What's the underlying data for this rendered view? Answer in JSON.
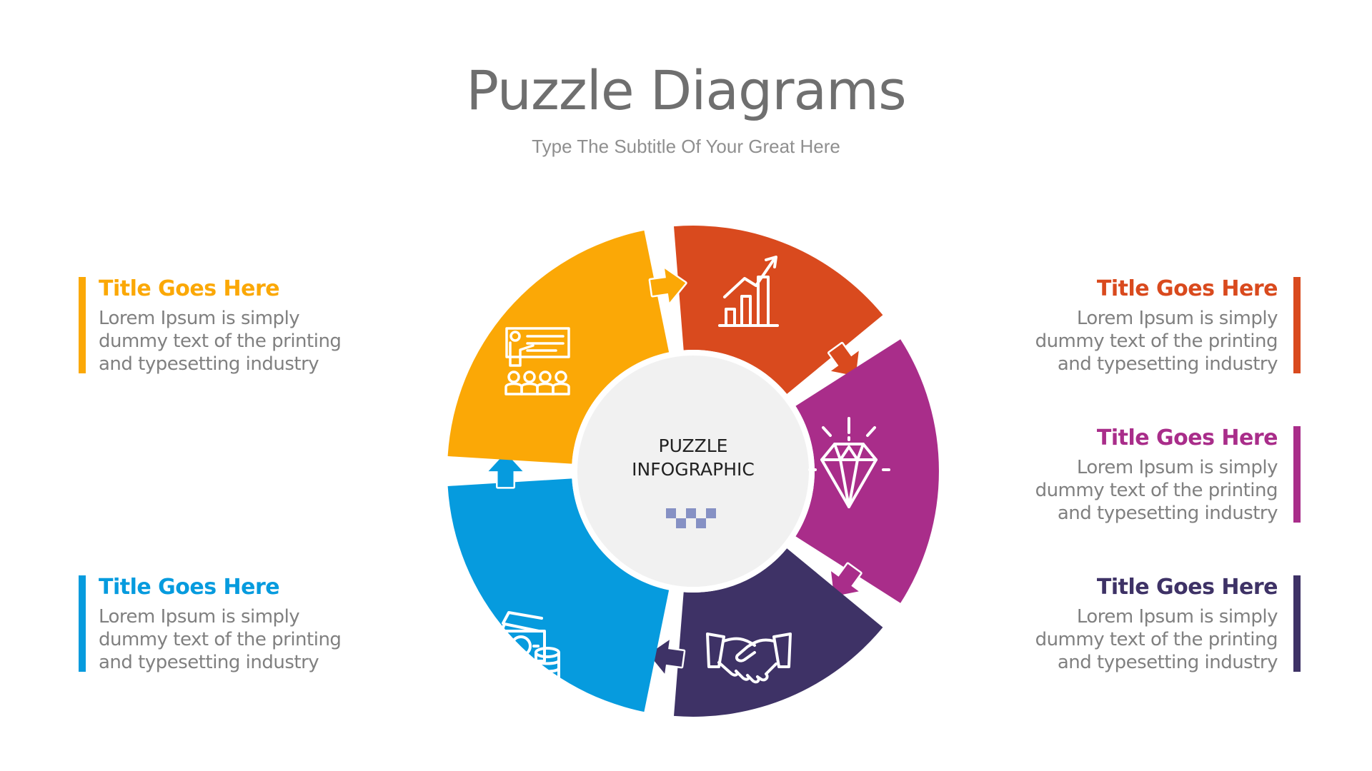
{
  "title": "Puzzle Diagrams",
  "subtitle": "Type The Subtitle Of Your Great Here",
  "center": {
    "line1": "PUZZLE",
    "line2": "INFOGRAPHIC"
  },
  "colors": {
    "orange": "#FBA806",
    "red": "#D94A1E",
    "magenta": "#A92D8A",
    "purple": "#3E3266",
    "blue": "#069BDE",
    "center": "#F1F1F1",
    "dots": "#8691C4"
  },
  "segments": [
    {
      "color_key": "red",
      "icon": "growth-chart-icon"
    },
    {
      "color_key": "magenta",
      "icon": "diamond-icon"
    },
    {
      "color_key": "purple",
      "icon": "handshake-icon"
    },
    {
      "color_key": "blue",
      "icon": "money-icon"
    },
    {
      "color_key": "orange",
      "icon": "presentation-icon"
    }
  ],
  "left_blocks": [
    {
      "title": "Title Goes Here",
      "line1": "Lorem Ipsum is simply",
      "line2": "dummy text of the printing",
      "line3": "and typesetting industry",
      "color": "#FBA806"
    },
    {
      "title": "Title Goes Here",
      "line1": "Lorem Ipsum is simply",
      "line2": "dummy text of the printing",
      "line3": "and typesetting industry",
      "color": "#069BDE"
    }
  ],
  "right_blocks": [
    {
      "title": "Title Goes Here",
      "line1": "Lorem Ipsum is simply",
      "line2": "dummy text of the printing",
      "line3": "and typesetting industry",
      "color": "#D94A1E"
    },
    {
      "title": "Title Goes Here",
      "line1": "Lorem Ipsum is simply",
      "line2": "dummy text of the printing",
      "line3": "and typesetting industry",
      "color": "#A92D8A"
    },
    {
      "title": "Title Goes Here",
      "line1": "Lorem Ipsum is simply",
      "line2": "dummy text of the printing",
      "line3": "and typesetting industry",
      "color": "#3E3266"
    }
  ]
}
